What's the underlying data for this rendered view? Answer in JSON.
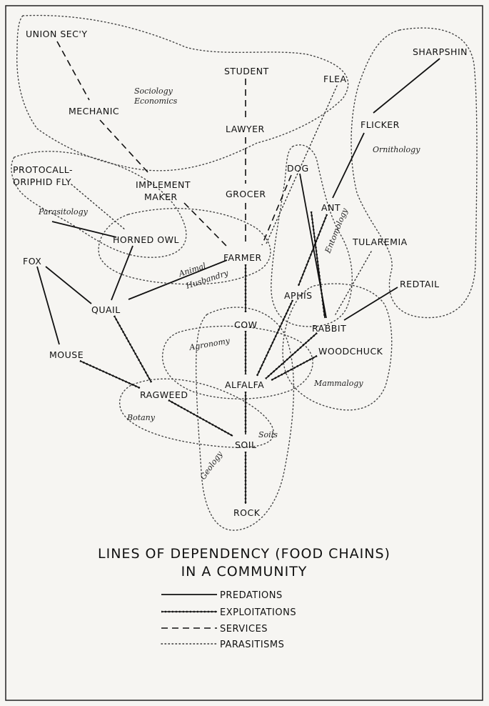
{
  "title_line1": "LINES OF DEPENDENCY (FOOD CHAINS)",
  "title_line2": "IN A COMMUNITY",
  "legend": {
    "predations": "PREDATIONS",
    "exploitations": "EXPLOITATIONS",
    "services": "SERVICES",
    "parasitisms": "PARASITISMS"
  },
  "nodes": {
    "union_secy": "UNION SEC'Y",
    "student": "STUDENT",
    "flea": "FLEA",
    "sharpshin": "SHARPSHIN",
    "mechanic": "MECHANIC",
    "lawyer": "LAWYER",
    "flicker": "FLICKER",
    "protocalliphorid_1": "PROTOCALL-",
    "protocalliphorid_2": "ORIPHID FLY",
    "implement_1": "IMPLEMENT",
    "implement_2": "MAKER",
    "dog": "DOG",
    "grocer": "GROCER",
    "ant": "ANT",
    "horned_owl": "HORNED OWL",
    "tularemia": "TULAREMIA",
    "farmer": "FARMER",
    "fox": "FOX",
    "redtail": "REDTAIL",
    "aphis": "APHIS",
    "quail": "QUAIL",
    "cow": "COW",
    "rabbit": "RABBIT",
    "woodchuck": "WOODCHUCK",
    "mouse": "MOUSE",
    "alfalfa": "ALFALFA",
    "ragweed": "RAGWEED",
    "soil": "SOIL",
    "rock": "ROCK"
  },
  "regions": {
    "sociology": "Sociology",
    "economics": "Economics",
    "ornithology": "Ornithology",
    "parasitology": "Parasitology",
    "entomology": "Entomology",
    "animal": "Animal",
    "husbandry": "Husbandry",
    "agronomy": "Agronomy",
    "mammalogy": "Mammalogy",
    "botany": "Botany",
    "soils": "Soils",
    "geology": "Geology"
  }
}
